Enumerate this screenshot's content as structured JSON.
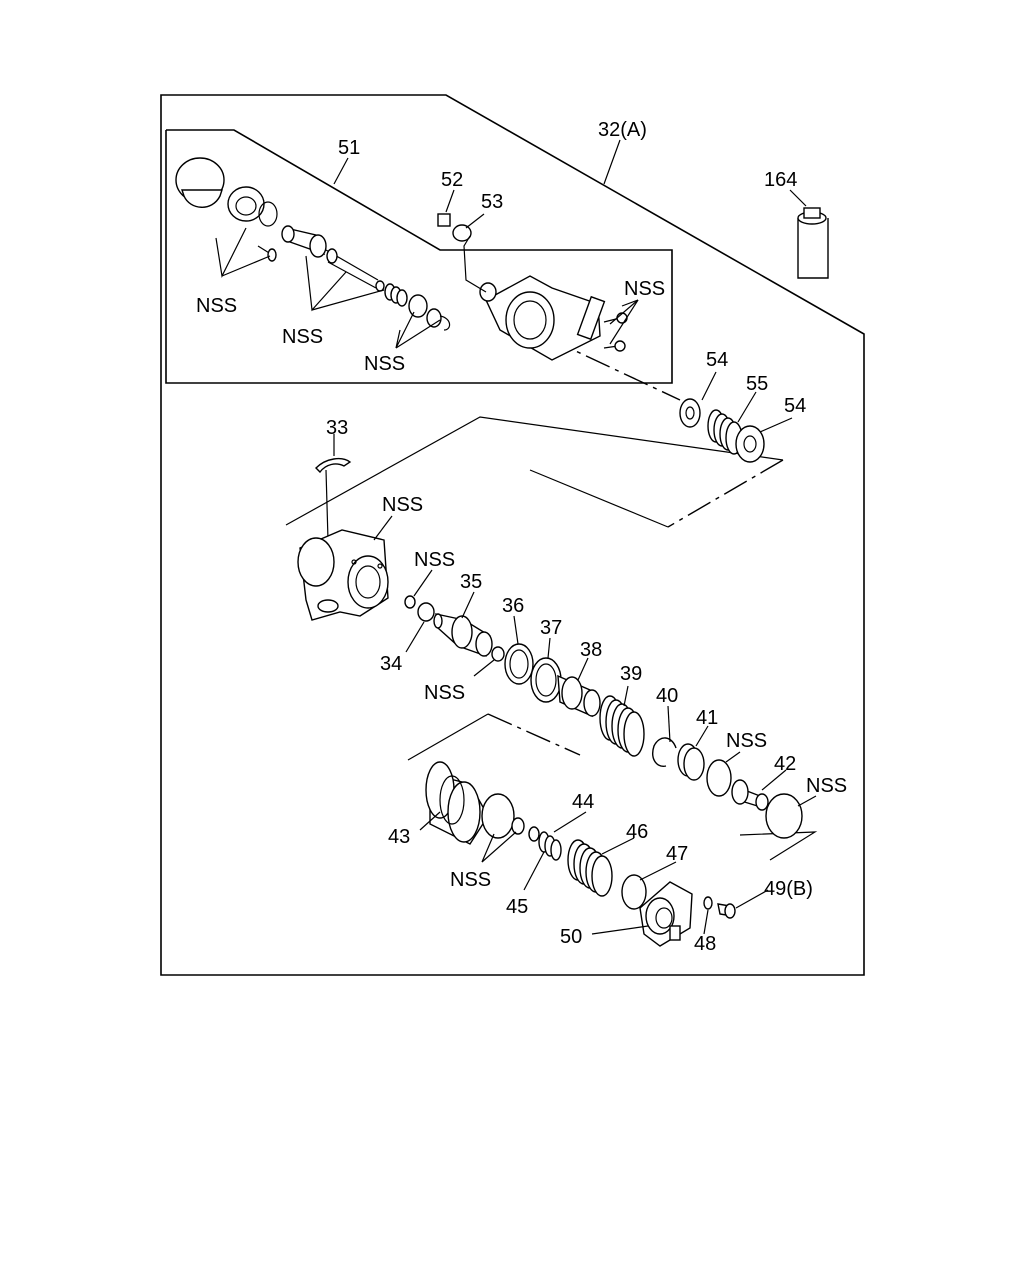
{
  "labels": {
    "l51": "51",
    "l52": "52",
    "l53": "53",
    "l32": "32(A)",
    "l164": "164",
    "nss_a": "NSS",
    "nss_b": "NSS",
    "nss_c": "NSS",
    "nss_d": "NSS",
    "l54a": "54",
    "l55": "55",
    "l54b": "54",
    "l33": "33",
    "nss_e": "NSS",
    "nss_f": "NSS",
    "l35": "35",
    "l36": "36",
    "l37": "37",
    "l38": "38",
    "l34": "34",
    "nss_g": "NSS",
    "l39": "39",
    "l40": "40",
    "l41": "41",
    "nss_h": "NSS",
    "l42": "42",
    "nss_i": "NSS",
    "l44": "44",
    "l43": "43",
    "l46": "46",
    "l47": "47",
    "nss_j": "NSS",
    "l45": "45",
    "l49": "49(B)",
    "l50": "50",
    "l48": "48"
  }
}
